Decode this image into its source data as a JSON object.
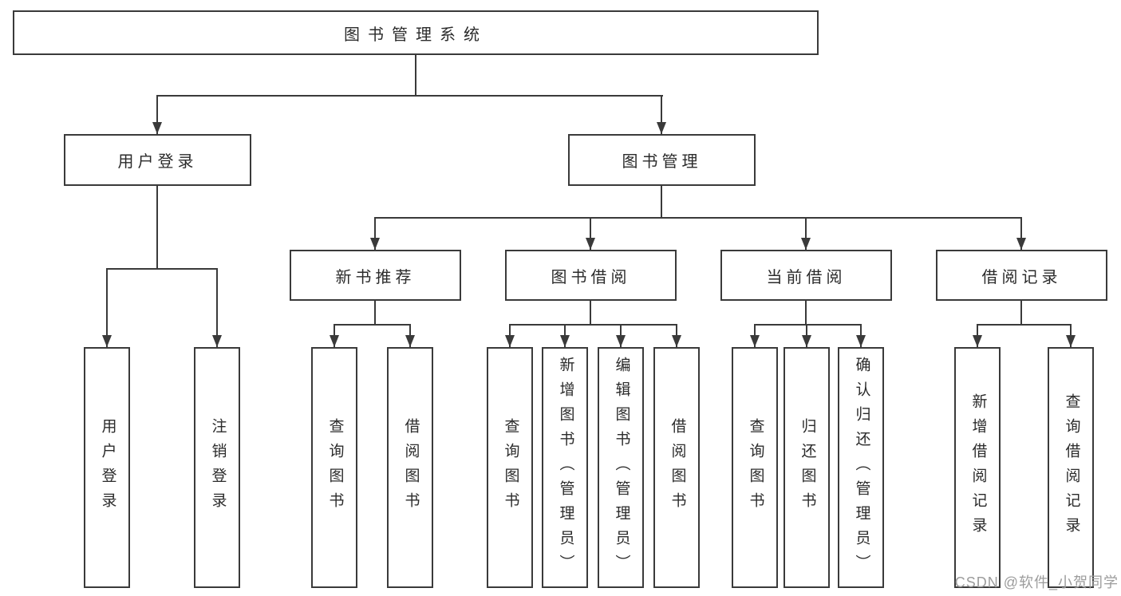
{
  "colors": {
    "box_border": "#3a3a3a",
    "connector_line": "#3a3a3a",
    "text": "#2b2b2b",
    "background": "#ffffff",
    "watermark": "#9c9c9c"
  },
  "watermark": {
    "text": "CSDN @软件_小贺同学"
  },
  "tree": {
    "label": "图书管理系统",
    "children": [
      {
        "label": "用户登录",
        "children": [
          {
            "label": "用户登录"
          },
          {
            "label": "注销登录"
          }
        ]
      },
      {
        "label": "图书管理",
        "children": [
          {
            "label": "新书推荐",
            "children": [
              {
                "label": "查询图书"
              },
              {
                "label": "借阅图书"
              }
            ]
          },
          {
            "label": "图书借阅",
            "children": [
              {
                "label": "查询图书"
              },
              {
                "label": "新增图书（管理员）"
              },
              {
                "label": "编辑图书（管理员）"
              },
              {
                "label": "借阅图书"
              }
            ]
          },
          {
            "label": "当前借阅",
            "children": [
              {
                "label": "查询图书"
              },
              {
                "label": "归还图书"
              },
              {
                "label": "确认归还（管理员）"
              }
            ]
          },
          {
            "label": "借阅记录",
            "children": [
              {
                "label": "新增借阅记录"
              },
              {
                "label": "查询借阅记录"
              }
            ]
          }
        ]
      }
    ]
  }
}
